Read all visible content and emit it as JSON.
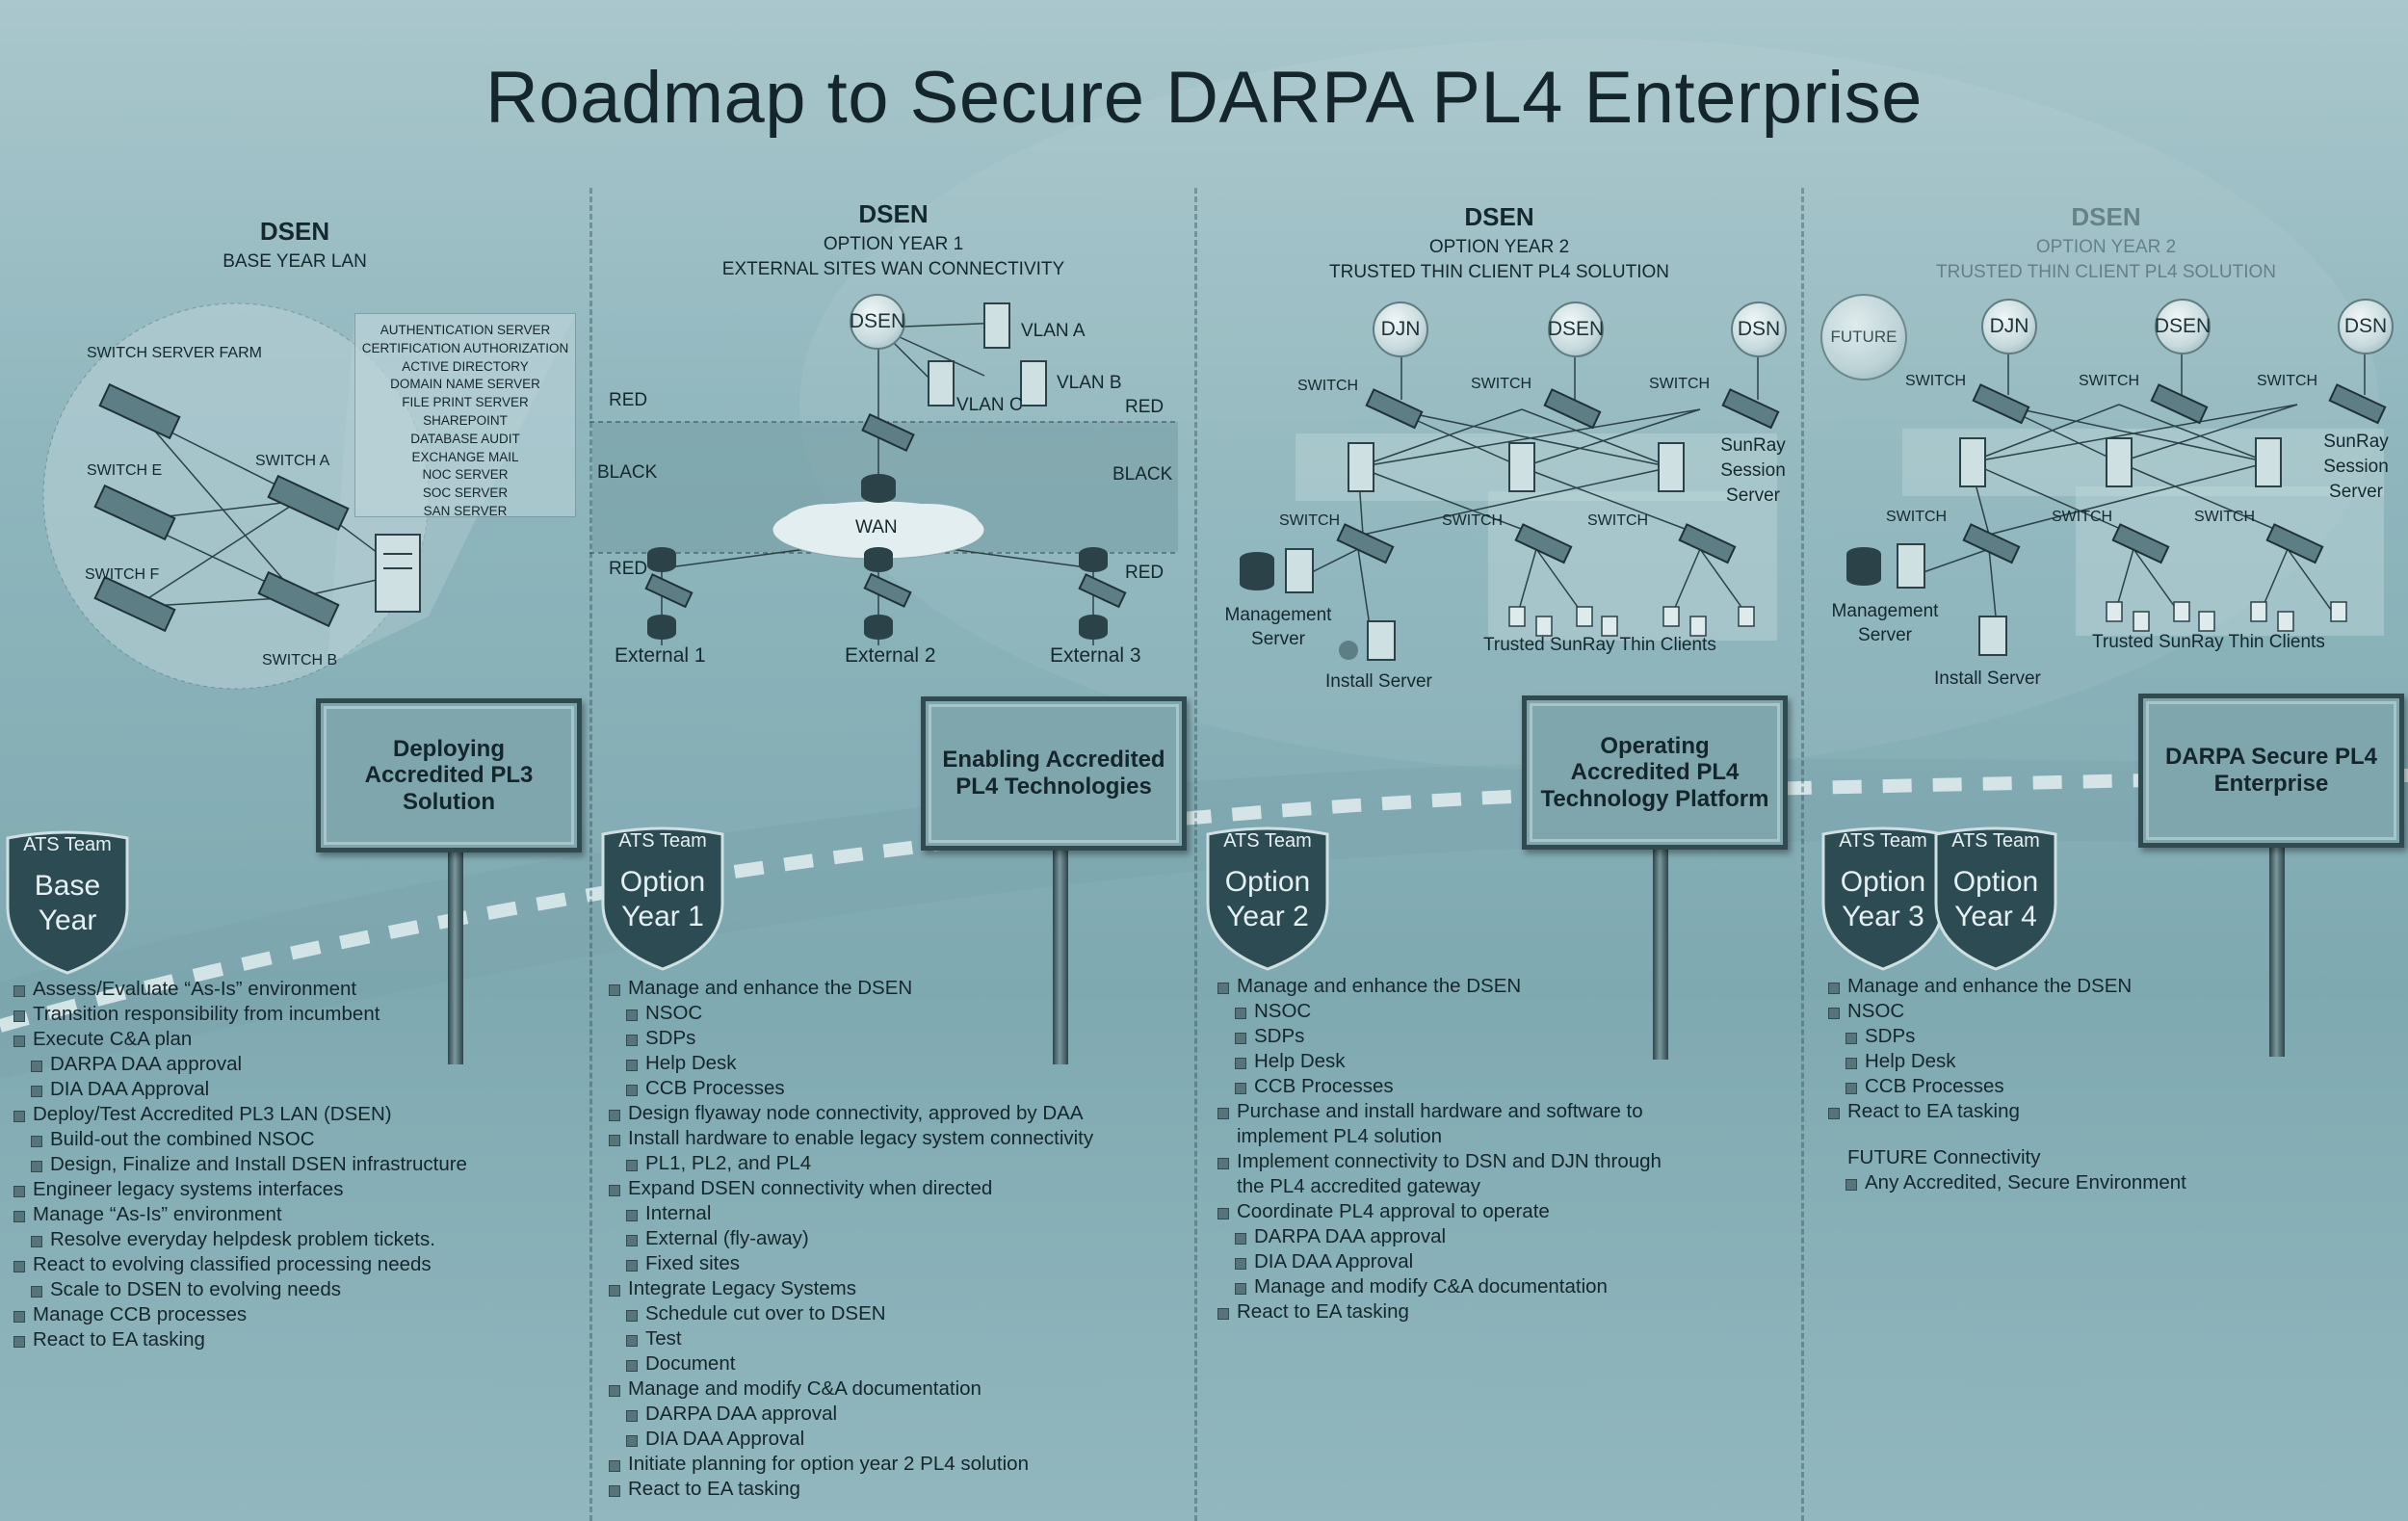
{
  "title": "Roadmap to Secure DARPA PL4 Enterprise",
  "columns": [
    {
      "id": "base",
      "heading": "DSEN",
      "subheading": "BASE YEAR LAN",
      "diagram": {
        "switch_server_farm": "SWITCH SERVER FARM",
        "switch_e": "SWITCH E",
        "switch_a": "SWITCH  A",
        "switch_f": "SWITCH F",
        "switch_b": "SWITCH B",
        "services": [
          "AUTHENTICATION SERVER",
          "CERTIFICATION AUTHORIZATION",
          "ACTIVE DIRECTORY",
          "DOMAIN NAME SERVER",
          "FILE PRINT SERVER",
          "SHAREPOINT",
          "DATABASE AUDIT",
          "EXCHANGE MAIL",
          "NOC SERVER",
          "SOC SERVER",
          "SAN SERVER"
        ]
      },
      "sign": "Deploying Accredited PL3 Solution",
      "shield": {
        "team": "ATS Team",
        "line1": "Base",
        "line2": "Year"
      },
      "bullets": [
        {
          "text": "Assess/Evaluate “As-Is” environment",
          "level": 1
        },
        {
          "text": "Transition responsibility from incumbent",
          "level": 1
        },
        {
          "text": "Execute C&A plan",
          "level": 1
        },
        {
          "text": "DARPA DAA approval",
          "level": 2
        },
        {
          "text": "DIA DAA Approval",
          "level": 2
        },
        {
          "text": "Deploy/Test Accredited PL3 LAN (DSEN)",
          "level": 1
        },
        {
          "text": "Build-out the combined NSOC",
          "level": 2
        },
        {
          "text": "Design, Finalize and Install DSEN infrastructure",
          "level": 2
        },
        {
          "text": "Engineer legacy systems interfaces",
          "level": 1
        },
        {
          "text": "Manage “As-Is” environment",
          "level": 1
        },
        {
          "text": "Resolve everyday helpdesk problem tickets.",
          "level": 2
        },
        {
          "text": "React to evolving classified processing needs",
          "level": 1
        },
        {
          "text": "Scale to DSEN to evolving needs",
          "level": 2
        },
        {
          "text": "Manage CCB processes",
          "level": 1
        },
        {
          "text": "React to EA tasking",
          "level": 1
        }
      ]
    },
    {
      "id": "oy1",
      "heading": "DSEN",
      "subheading": "OPTION YEAR 1",
      "subheading2": "EXTERNAL SITES WAN CONNECTIVITY",
      "diagram": {
        "dsen": "DSEN",
        "vlan_a": "VLAN A",
        "vlan_b": "VLAN B",
        "vlan_c": "VLAN C",
        "red": "RED",
        "black": "BLACK",
        "wan": "WAN",
        "external_1": "External 1",
        "external_2": "External 2",
        "external_3": "External 3"
      },
      "sign": "Enabling Accredited PL4 Technologies",
      "shield": {
        "team": "ATS Team",
        "line1": "Option",
        "line2": "Year 1"
      },
      "bullets": [
        {
          "text": "Manage and enhance the DSEN",
          "level": 1
        },
        {
          "text": "NSOC",
          "level": 2
        },
        {
          "text": "SDPs",
          "level": 2
        },
        {
          "text": "Help Desk",
          "level": 2
        },
        {
          "text": "CCB Processes",
          "level": 2
        },
        {
          "text": "Design flyaway node connectivity, approved by DAA",
          "level": 1
        },
        {
          "text": "Install hardware to enable legacy system connectivity",
          "level": 1
        },
        {
          "text": "PL1, PL2, and PL4",
          "level": 2
        },
        {
          "text": "Expand DSEN connectivity when directed",
          "level": 1
        },
        {
          "text": "Internal",
          "level": 2
        },
        {
          "text": "External (fly-away)",
          "level": 2
        },
        {
          "text": "Fixed sites",
          "level": 2
        },
        {
          "text": "Integrate Legacy Systems",
          "level": 1
        },
        {
          "text": "Schedule cut over to DSEN",
          "level": 2
        },
        {
          "text": "Test",
          "level": 2
        },
        {
          "text": "Document",
          "level": 2
        },
        {
          "text": "Manage and modify C&A documentation",
          "level": 1
        },
        {
          "text": "DARPA DAA approval",
          "level": 2
        },
        {
          "text": "DIA DAA Approval",
          "level": 2
        },
        {
          "text": "Initiate planning for option year 2 PL4 solution",
          "level": 1
        },
        {
          "text": "React to EA tasking",
          "level": 1
        }
      ]
    },
    {
      "id": "oy2",
      "heading": "DSEN",
      "subheading": "OPTION YEAR 2",
      "subheading2": "TRUSTED THIN CLIENT PL4 SOLUTION",
      "diagram": {
        "djn": "DJN",
        "dsen": "DSEN",
        "dsn": "DSN",
        "switch": "SWITCH",
        "sunray": "SunRay Session Server",
        "mgmt": "Management Server",
        "install": "Install Server",
        "clients": "Trusted SunRay Thin Clients"
      },
      "sign": "Operating Accredited PL4 Technology Platform",
      "shield": {
        "team": "ATS Team",
        "line1": "Option",
        "line2": "Year 2"
      },
      "bullets": [
        {
          "text": "Manage and enhance the DSEN",
          "level": 1
        },
        {
          "text": "NSOC",
          "level": 2
        },
        {
          "text": "SDPs",
          "level": 2
        },
        {
          "text": "Help Desk",
          "level": 2
        },
        {
          "text": "CCB Processes",
          "level": 2
        },
        {
          "text": "Purchase and install hardware and software to",
          "level": 1
        },
        {
          "text": "implement PL4 solution",
          "level": 0
        },
        {
          "text": "Implement connectivity to DSN and DJN through",
          "level": 1
        },
        {
          "text": "the PL4 accredited gateway",
          "level": 0
        },
        {
          "text": "Coordinate PL4 approval to operate",
          "level": 1
        },
        {
          "text": "DARPA DAA approval",
          "level": 2
        },
        {
          "text": "DIA DAA Approval",
          "level": 2
        },
        {
          "text": "Manage and modify C&A documentation",
          "level": 2
        },
        {
          "text": "React to EA tasking",
          "level": 1
        }
      ]
    },
    {
      "id": "oy34",
      "heading": "DSEN",
      "subheading": "OPTION YEAR 2",
      "subheading2": "TRUSTED THIN CLIENT PL4 SOLUTION",
      "diagram": {
        "future": "FUTURE",
        "djn": "DJN",
        "dsen": "DSEN",
        "dsn": "DSN",
        "switch": "SWITCH",
        "sunray": "SunRay Session Server",
        "mgmt": "Management Server",
        "install": "Install Server",
        "clients": "Trusted SunRay Thin Clients"
      },
      "sign": "DARPA Secure PL4 Enterprise",
      "shields": [
        {
          "team": "ATS Team",
          "line1": "Option",
          "line2": "Year 3"
        },
        {
          "team": "ATS Team",
          "line1": "Option",
          "line2": "Year 4"
        }
      ],
      "bullets": [
        {
          "text": "Manage and enhance the DSEN",
          "level": 1
        },
        {
          "text": "NSOC",
          "level": 1
        },
        {
          "text": "SDPs",
          "level": 2
        },
        {
          "text": "Help Desk",
          "level": 2
        },
        {
          "text": "CCB Processes",
          "level": 2
        },
        {
          "text": "React to EA tasking",
          "level": 1
        },
        {
          "text": "FUTURE Connectivity",
          "level": 0,
          "gap": true
        },
        {
          "text": "Any Accredited, Secure Environment",
          "level": 2
        }
      ]
    }
  ]
}
